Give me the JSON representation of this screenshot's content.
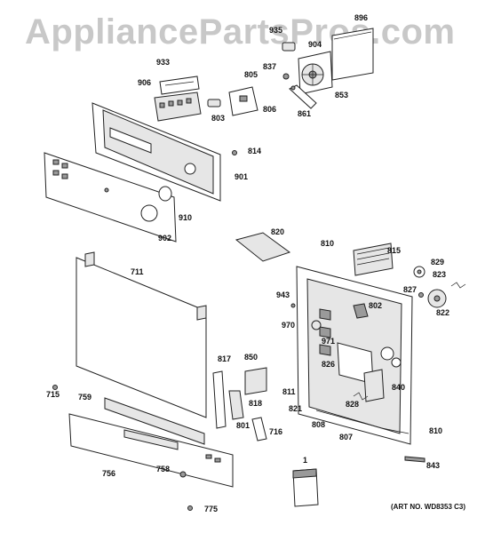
{
  "watermark": "AppliancePartsPros.com",
  "art_number": "(ART NO. WD8353 C3)",
  "callouts": {
    "c896": "896",
    "c935": "935",
    "c904": "904",
    "c837": "837",
    "c853": "853",
    "c861": "861",
    "c933": "933",
    "c906": "906",
    "c805": "805",
    "c806": "806",
    "c803": "803",
    "c814": "814",
    "c901": "901",
    "c910": "910",
    "c902": "902",
    "c820": "820",
    "c810a": "810",
    "c815": "815",
    "c829": "829",
    "c823": "823",
    "c827": "827",
    "c822": "822",
    "c711": "711",
    "c943": "943",
    "c802": "802",
    "c970": "970",
    "c971": "971",
    "c826": "826",
    "c850": "850",
    "c817": "817",
    "c811": "811",
    "c840": "840",
    "c821": "821",
    "c828": "828",
    "c818": "818",
    "c715": "715",
    "c759": "759",
    "c801": "801",
    "c716": "716",
    "c808": "808",
    "c807": "807",
    "c810b": "810",
    "c843": "843",
    "c756": "756",
    "c758": "758",
    "c775": "775",
    "c1": "1"
  }
}
